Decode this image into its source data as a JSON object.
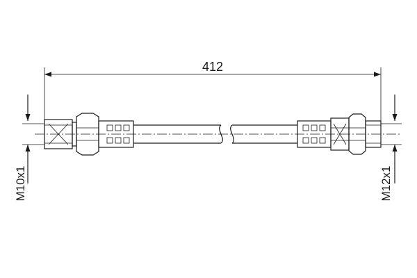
{
  "dimension": {
    "length": "412"
  },
  "thread_labels": {
    "left": "M10x1",
    "right": "M12x1"
  },
  "colors": {
    "line": "#1a1a1a",
    "background": "#ffffff"
  }
}
